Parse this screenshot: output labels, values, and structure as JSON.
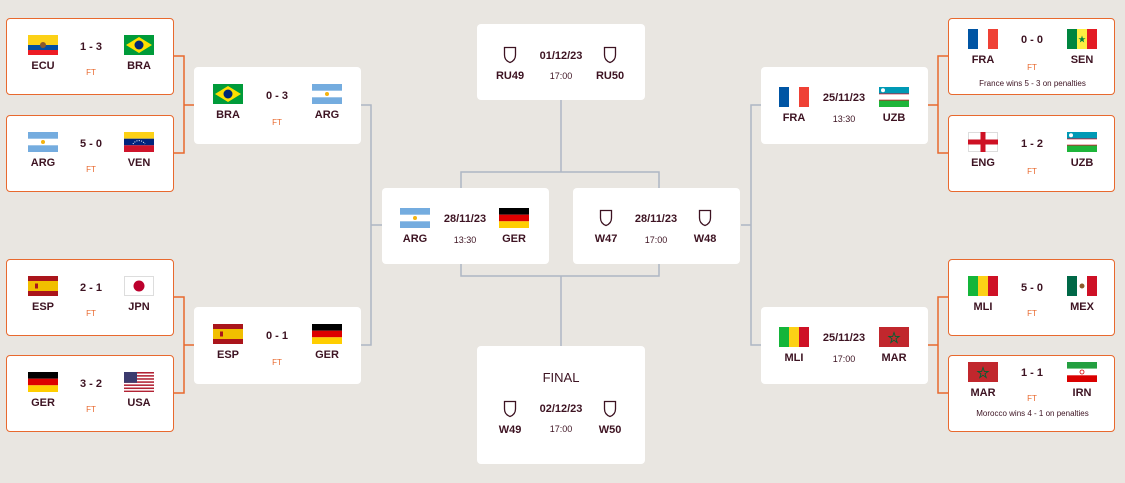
{
  "colors": {
    "accent": "#e8692e",
    "text": "#3d1322",
    "line_grey": "#aeb6c4",
    "background": "#e9e6e1"
  },
  "r16": {
    "m1": {
      "home": "ECU",
      "away": "BRA",
      "score": "1 - 3",
      "status": "FT",
      "home_flag": "flag-ecuador",
      "away_flag": "flag-brazil"
    },
    "m2": {
      "home": "ARG",
      "away": "VEN",
      "score": "5 - 0",
      "status": "FT",
      "home_flag": "flag-argentina",
      "away_flag": "flag-venezuela"
    },
    "m3": {
      "home": "ESP",
      "away": "JPN",
      "score": "2 - 1",
      "status": "FT",
      "home_flag": "flag-spain",
      "away_flag": "flag-japan"
    },
    "m4": {
      "home": "GER",
      "away": "USA",
      "score": "3 - 2",
      "status": "FT",
      "home_flag": "flag-germany",
      "away_flag": "flag-usa"
    },
    "m5": {
      "home": "FRA",
      "away": "SEN",
      "score": "0 - 0",
      "status": "FT",
      "note": "France wins 5 - 3  on penalties",
      "home_flag": "flag-france",
      "away_flag": "flag-senegal"
    },
    "m6": {
      "home": "ENG",
      "away": "UZB",
      "score": "1 - 2",
      "status": "FT",
      "home_flag": "flag-england",
      "away_flag": "flag-uzbekistan"
    },
    "m7": {
      "home": "MLI",
      "away": "MEX",
      "score": "5 - 0",
      "status": "FT",
      "home_flag": "flag-mali",
      "away_flag": "flag-mexico"
    },
    "m8": {
      "home": "MAR",
      "away": "IRN",
      "score": "1 - 1",
      "status": "FT",
      "note": "Morocco wins 4 - 1  on penalties",
      "home_flag": "flag-morocco",
      "away_flag": "flag-iran"
    }
  },
  "qf": {
    "q1": {
      "home": "BRA",
      "away": "ARG",
      "score": "0 - 3",
      "status": "FT",
      "home_flag": "flag-brazil",
      "away_flag": "flag-argentina"
    },
    "q2": {
      "home": "ESP",
      "away": "GER",
      "score": "0 - 1",
      "status": "FT",
      "home_flag": "flag-spain",
      "away_flag": "flag-germany"
    },
    "q3": {
      "home": "FRA",
      "away": "UZB",
      "date": "25/11/23",
      "time": "13:30",
      "home_flag": "flag-france",
      "away_flag": "flag-uzbekistan"
    },
    "q4": {
      "home": "MLI",
      "away": "MAR",
      "date": "25/11/23",
      "time": "17:00",
      "home_flag": "flag-mali",
      "away_flag": "flag-morocco"
    }
  },
  "sf": {
    "s1": {
      "home": "ARG",
      "away": "GER",
      "date": "28/11/23",
      "time": "13:30",
      "home_flag": "flag-argentina",
      "away_flag": "flag-germany"
    },
    "s2": {
      "home": "W47",
      "away": "W48",
      "date": "28/11/23",
      "time": "17:00",
      "home_icon": "shield-icon",
      "away_icon": "shield-icon"
    }
  },
  "third_place": {
    "home": "RU49",
    "away": "RU50",
    "date": "01/12/23",
    "time": "17:00",
    "home_icon": "shield-icon",
    "away_icon": "shield-icon"
  },
  "final": {
    "title": "FINAL",
    "home": "W49",
    "away": "W50",
    "date": "02/12/23",
    "time": "17:00",
    "home_icon": "shield-icon",
    "away_icon": "shield-icon"
  }
}
